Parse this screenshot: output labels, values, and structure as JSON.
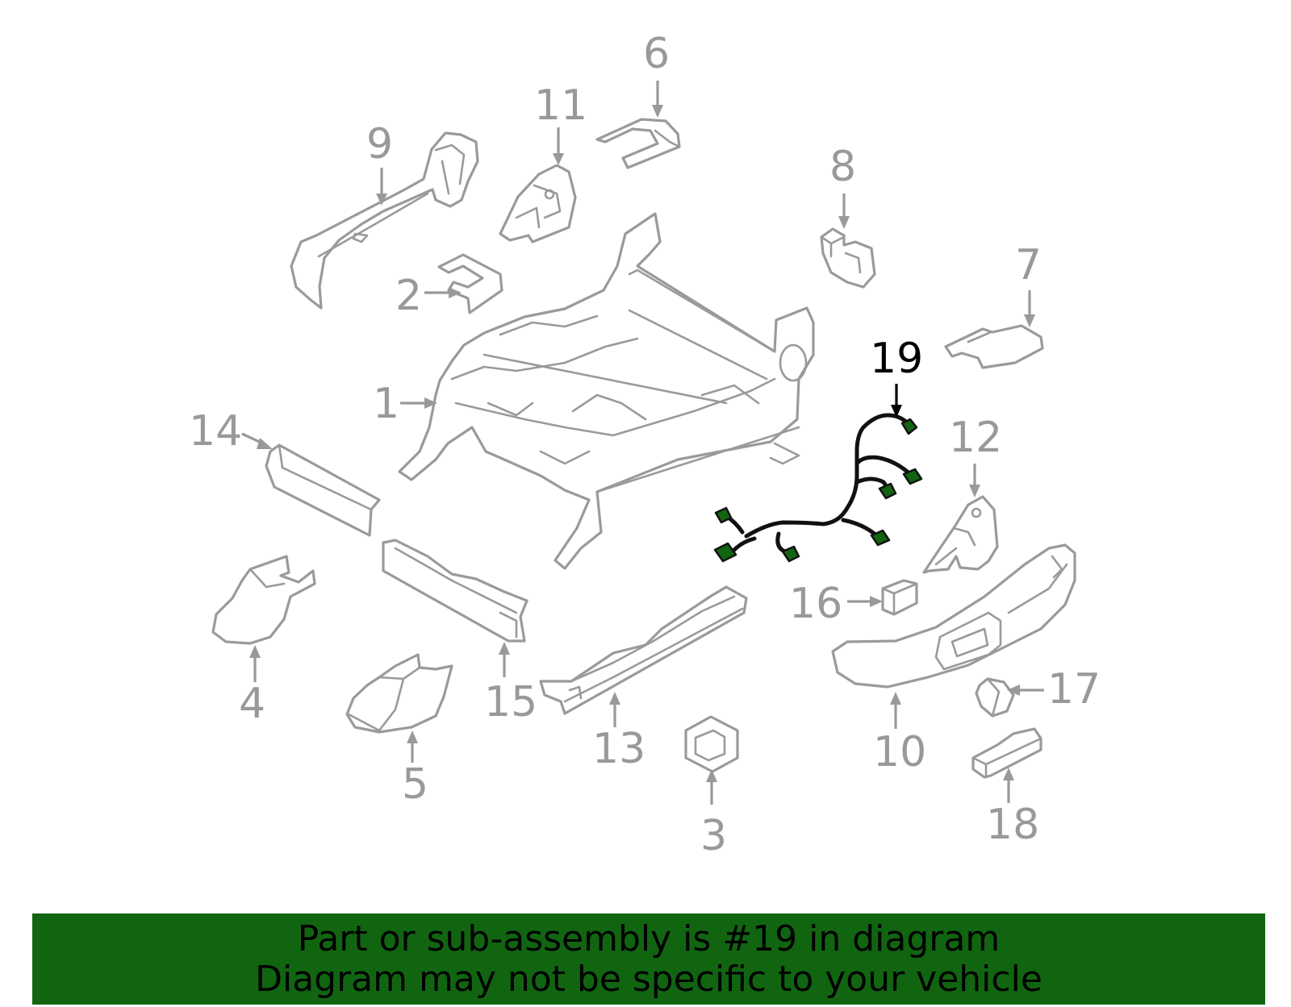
{
  "diagram": {
    "highlight_color": "#116511",
    "part_color": "#9a9a9a",
    "callouts": [
      {
        "id": "1",
        "label": "1"
      },
      {
        "id": "2",
        "label": "2"
      },
      {
        "id": "3",
        "label": "3"
      },
      {
        "id": "4",
        "label": "4"
      },
      {
        "id": "5",
        "label": "5"
      },
      {
        "id": "6",
        "label": "6"
      },
      {
        "id": "7",
        "label": "7"
      },
      {
        "id": "8",
        "label": "8"
      },
      {
        "id": "9",
        "label": "9"
      },
      {
        "id": "10",
        "label": "10"
      },
      {
        "id": "11",
        "label": "11"
      },
      {
        "id": "12",
        "label": "12"
      },
      {
        "id": "13",
        "label": "13"
      },
      {
        "id": "14",
        "label": "14"
      },
      {
        "id": "15",
        "label": "15"
      },
      {
        "id": "16",
        "label": "16"
      },
      {
        "id": "17",
        "label": "17"
      },
      {
        "id": "18",
        "label": "18"
      },
      {
        "id": "19",
        "label": "19",
        "highlighted": true
      }
    ]
  },
  "banner": {
    "background": "#116511",
    "line1": "Part or sub-assembly is #19 in diagram",
    "line2": "Diagram may not be specific to your vehicle"
  }
}
